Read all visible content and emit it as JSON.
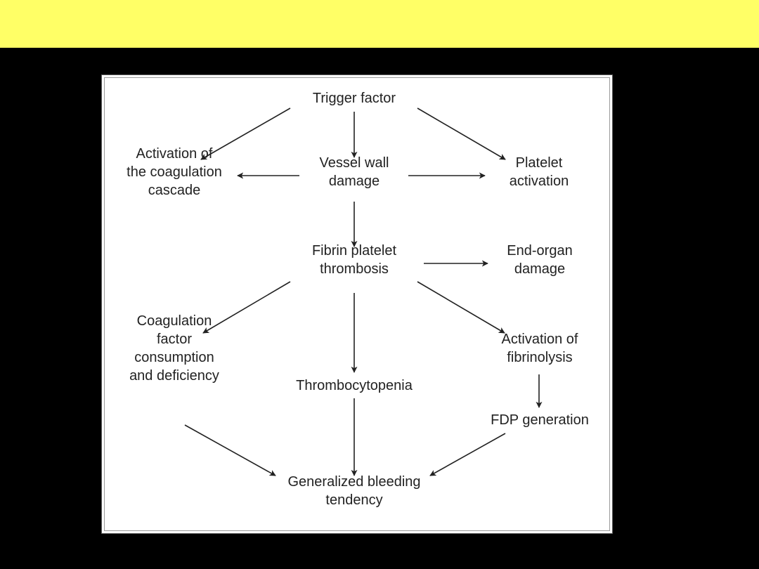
{
  "header": {
    "background_color": "#ffff66"
  },
  "page": {
    "background_color": "#000000"
  },
  "diagram": {
    "nodes": [
      {
        "id": "trigger",
        "lines": [
          "Trigger factor"
        ]
      },
      {
        "id": "coag-activation",
        "lines": [
          "Activation of",
          "the coagulation",
          "cascade"
        ]
      },
      {
        "id": "vessel-damage",
        "lines": [
          "Vessel wall",
          "damage"
        ]
      },
      {
        "id": "platelet-activation",
        "lines": [
          "Platelet",
          "activation"
        ]
      },
      {
        "id": "fibrin-thrombosis",
        "lines": [
          "Fibrin platelet",
          "thrombosis"
        ]
      },
      {
        "id": "end-organ",
        "lines": [
          "End-organ",
          "damage"
        ]
      },
      {
        "id": "factor-consumption",
        "lines": [
          "Coagulation",
          "factor",
          "consumption",
          "and deficiency"
        ]
      },
      {
        "id": "thrombocytopenia",
        "lines": [
          "Thrombocytopenia"
        ]
      },
      {
        "id": "fibrinolysis",
        "lines": [
          "Activation of",
          "fibrinolysis"
        ]
      },
      {
        "id": "fdp",
        "lines": [
          "FDP generation"
        ]
      },
      {
        "id": "bleeding",
        "lines": [
          "Generalized bleeding",
          "tendency"
        ]
      }
    ],
    "edges": [
      {
        "from": "trigger",
        "to": "coag-activation"
      },
      {
        "from": "trigger",
        "to": "vessel-damage"
      },
      {
        "from": "trigger",
        "to": "platelet-activation"
      },
      {
        "from": "vessel-damage",
        "to": "coag-activation"
      },
      {
        "from": "vessel-damage",
        "to": "platelet-activation"
      },
      {
        "from": "vessel-damage",
        "to": "fibrin-thrombosis"
      },
      {
        "from": "fibrin-thrombosis",
        "to": "end-organ"
      },
      {
        "from": "fibrin-thrombosis",
        "to": "factor-consumption"
      },
      {
        "from": "fibrin-thrombosis",
        "to": "thrombocytopenia"
      },
      {
        "from": "fibrin-thrombosis",
        "to": "fibrinolysis"
      },
      {
        "from": "fibrinolysis",
        "to": "fdp"
      },
      {
        "from": "factor-consumption",
        "to": "bleeding"
      },
      {
        "from": "thrombocytopenia",
        "to": "bleeding"
      },
      {
        "from": "fdp",
        "to": "bleeding"
      }
    ]
  }
}
